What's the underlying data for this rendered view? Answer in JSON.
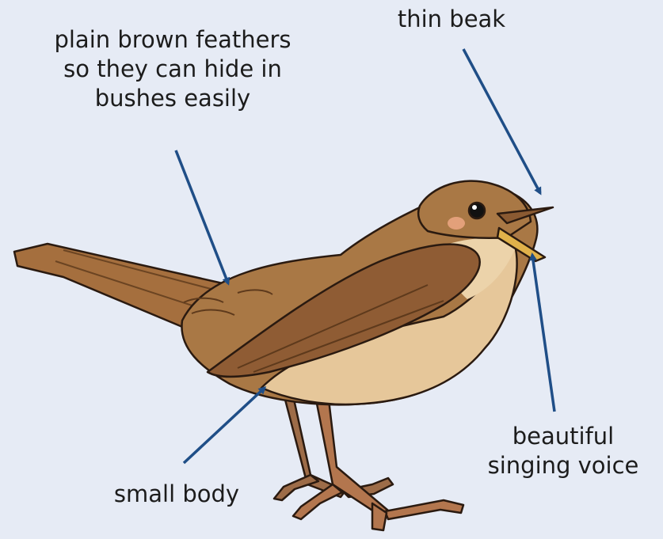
{
  "labels": {
    "feathers": [
      "plain brown feathers",
      "so they can hide in",
      "bushes easily"
    ],
    "beak": "thin beak",
    "voice": [
      "beautiful",
      "singing voice"
    ],
    "body": "small body"
  },
  "colors": {
    "background": "#e6ebf5",
    "arrow": "#1f4e87",
    "text": "#1c1c1c",
    "plumage_brown": "#a97845",
    "breast_buff": "#e6c79a",
    "leg": "#b3764e"
  }
}
